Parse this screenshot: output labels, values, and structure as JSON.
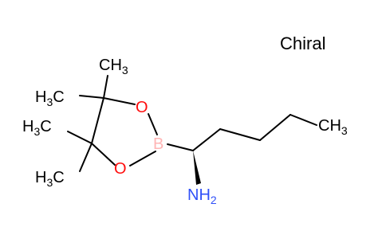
{
  "chiral_label": "Chiral",
  "atoms": {
    "boron": "B",
    "oxygen_top": "O",
    "oxygen_bottom": "O",
    "amine": {
      "main": "NH",
      "sub": "2"
    },
    "methyl_top": {
      "main": "CH",
      "sub": "3"
    },
    "methyl_upper_left": {
      "main": "H",
      "sub": "3",
      "tail": "C"
    },
    "methyl_mid_left": {
      "main": "H",
      "sub": "3",
      "tail": "C"
    },
    "methyl_lower_left": {
      "main": "H",
      "sub": "3",
      "tail": "C"
    },
    "methyl_chain_end": {
      "main": "CH",
      "sub": "3"
    }
  },
  "colors": {
    "carbon": "#000000",
    "oxygen": "#ff0d0d",
    "boron": "#ffb5b5",
    "nitrogen": "#3050f8"
  }
}
